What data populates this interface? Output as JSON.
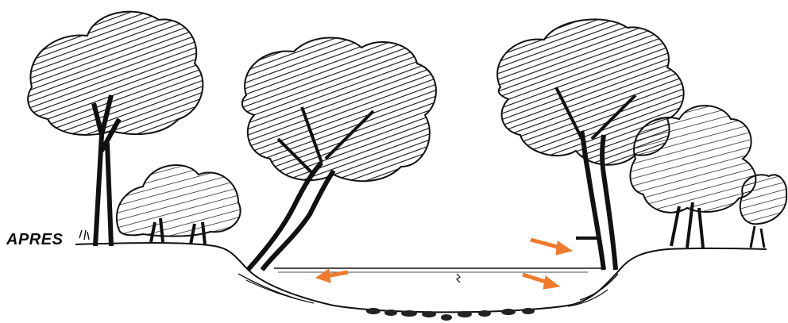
{
  "label": "APRES",
  "colors": {
    "ink": "#111111",
    "arrow": "#f07a2c",
    "background": "#ffffff"
  },
  "arrows": [
    {
      "name": "arrow-water-left",
      "direction": "left"
    },
    {
      "name": "arrow-bank-right-upper",
      "direction": "right-down"
    },
    {
      "name": "arrow-bank-right-lower",
      "direction": "right-down"
    }
  ]
}
